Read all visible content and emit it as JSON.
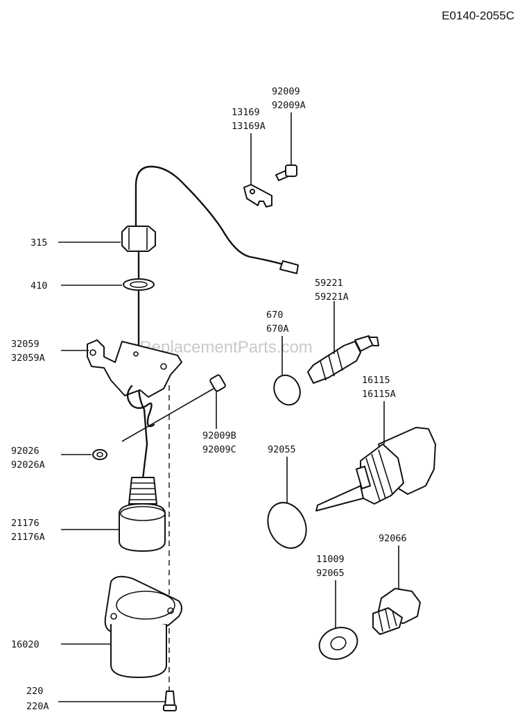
{
  "diagram_code": "E0140-2055C",
  "watermark": "eReplacementParts.com",
  "labels": {
    "p92009": "92009",
    "p92009A": "92009A",
    "p13169": "13169",
    "p13169A": "13169A",
    "p315": "315",
    "p410": "410",
    "p59221": "59221",
    "p59221A": "59221A",
    "p670": "670",
    "p670A": "670A",
    "p32059": "32059",
    "p32059A": "32059A",
    "p16115": "16115",
    "p16115A": "16115A",
    "p92009B": "92009B",
    "p92009C": "92009C",
    "p92026": "92026",
    "p92026A": "92026A",
    "p92055": "92055",
    "p21176": "21176",
    "p21176A": "21176A",
    "p92066": "92066",
    "p11009": "11009",
    "p92065": "92065",
    "p16020": "16020",
    "p220": "220",
    "p220A": "220A"
  }
}
